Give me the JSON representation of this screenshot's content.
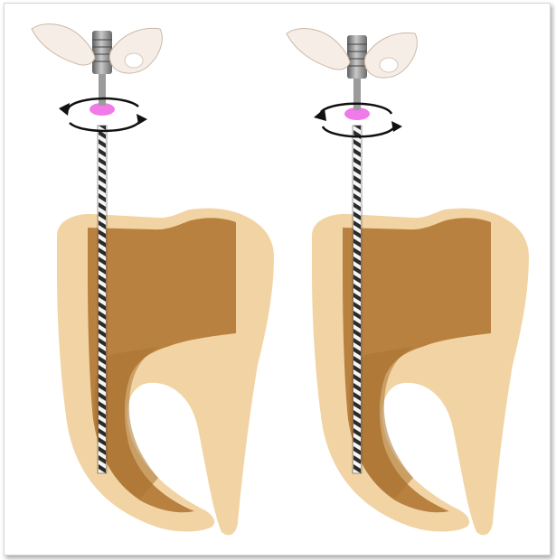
{
  "figure": {
    "panels": [
      {
        "name": "left",
        "rotation_direction": "clockwise"
      },
      {
        "name": "right",
        "rotation_direction": "counter-clockwise"
      }
    ]
  },
  "colors": {
    "enamel": "#f2d4a4",
    "dentin": "#b98140",
    "dentin_dark": "#a9722f",
    "gum_outline": "#ead0a0",
    "stopper": "#f07ae8",
    "file_dark": "#2b2b2b",
    "handle": "#8a8a8a",
    "finger": "#f6ede6",
    "arrow": "#111111"
  }
}
